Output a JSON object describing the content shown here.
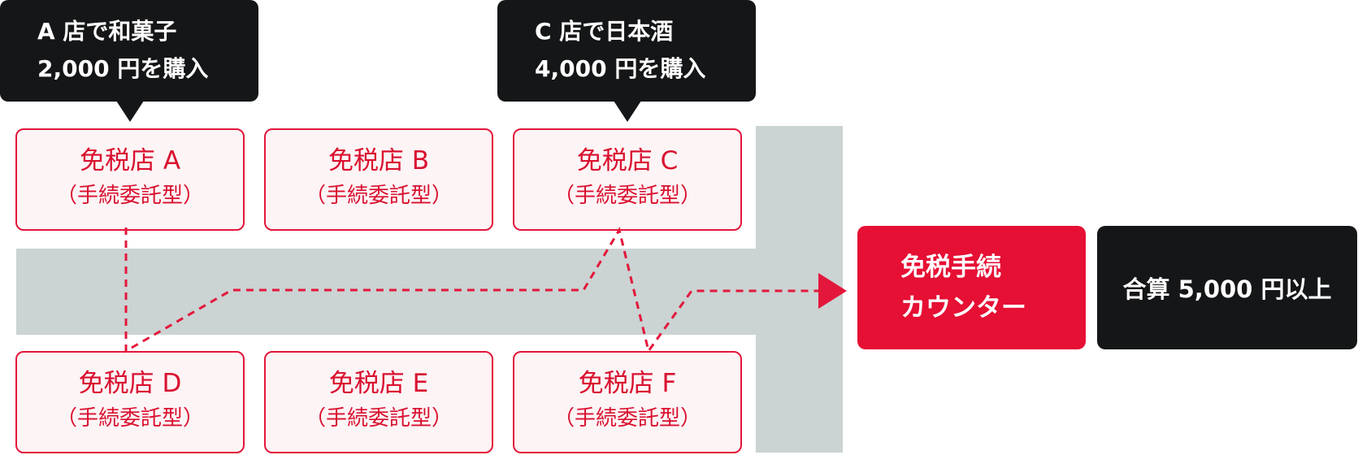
{
  "colors": {
    "accent_red": "#e60f34",
    "store_border": "#e3173b",
    "store_fill": "#fdf4f5",
    "dark": "#151617",
    "corridor": "#cbd3d3"
  },
  "callouts": {
    "a": {
      "line1": "A 店で和菓子",
      "line2": "2,000 円を購入"
    },
    "c": {
      "line1": "C 店で日本酒",
      "line2": "4,000 円を購入"
    }
  },
  "stores": [
    {
      "id": "A",
      "name": "免税店 A",
      "type": "（手続委託型）"
    },
    {
      "id": "B",
      "name": "免税店 B",
      "type": "（手続委託型）"
    },
    {
      "id": "C",
      "name": "免税店 C",
      "type": "（手続委託型）"
    },
    {
      "id": "D",
      "name": "免税店 D",
      "type": "（手続委託型）"
    },
    {
      "id": "E",
      "name": "免税店 E",
      "type": "（手続委託型）"
    },
    {
      "id": "F",
      "name": "免税店 F",
      "type": "（手続委託型）"
    }
  ],
  "counter": {
    "line1": "免税手続",
    "line2": "カウンター"
  },
  "total": {
    "label": "合算 5,000 円以上"
  },
  "route": {
    "sequence": [
      "A",
      "D",
      "C",
      "F",
      "counter"
    ],
    "style": "dashed-arrow"
  }
}
